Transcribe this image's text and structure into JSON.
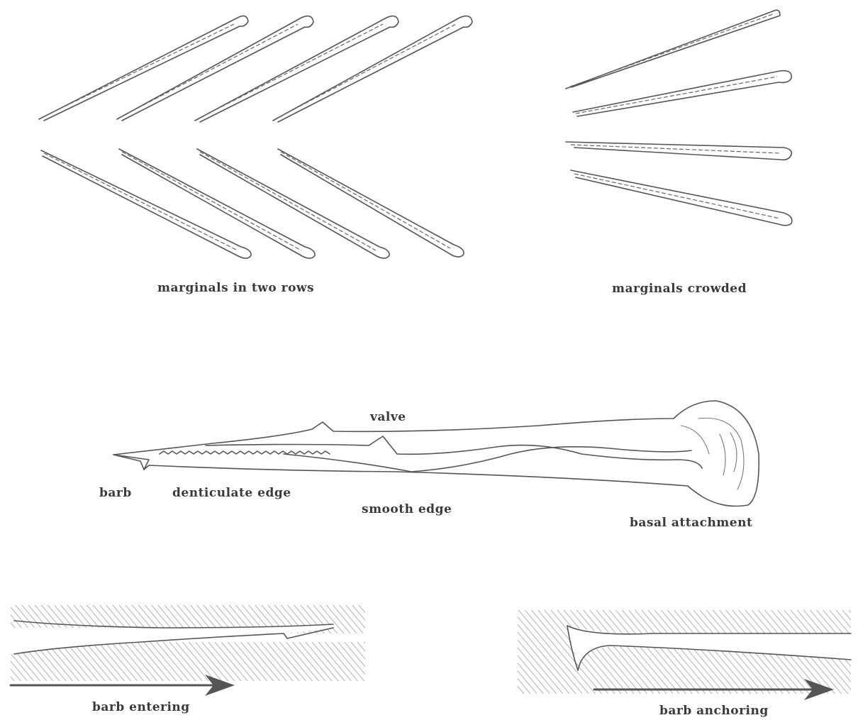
{
  "labels": {
    "two_rows": "marginals in two rows",
    "crowded": "marginals crowded",
    "valve": "valve",
    "barb": "barb",
    "denticulate": "denticulate edge",
    "smooth": "smooth edge",
    "basal": "basal attachment",
    "entering": "barb entering",
    "anchoring": "barb anchoring"
  },
  "colors": {
    "ink": "#555555",
    "hatch": "#9a9a9a",
    "background": "#ffffff"
  }
}
